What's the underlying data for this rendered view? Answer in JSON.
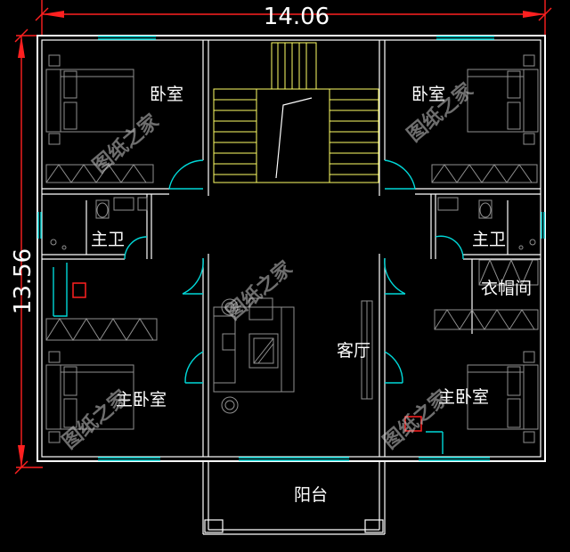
{
  "dimensions": {
    "width_label": "14.06",
    "height_label": "13.56"
  },
  "rooms": {
    "bedroom_top_left": "卧室",
    "bedroom_top_right": "卧室",
    "master_bath_left": "主卫",
    "master_bath_right": "主卫",
    "closet": "衣帽间",
    "living_room": "客厅",
    "master_bedroom_left": "主卧室",
    "master_bedroom_right": "主卧室",
    "balcony": "阳台"
  },
  "watermark": "图纸之家",
  "colors": {
    "background": "#000000",
    "walls": "#ffffff",
    "windows": "#00d8d8",
    "dimension_lines": "#ff2020",
    "stairs": "#ffff66",
    "furniture": "#8f8f8f"
  }
}
